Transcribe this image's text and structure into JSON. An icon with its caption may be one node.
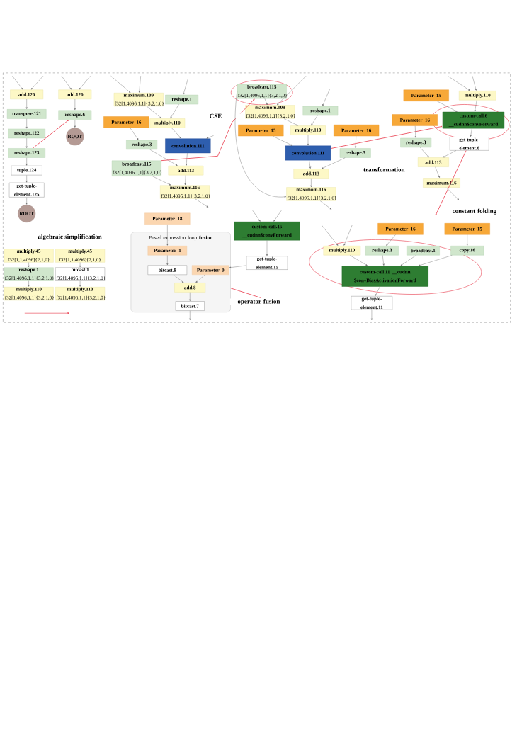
{
  "diagram": {
    "nodes": [
      {
        "text": [
          "add.120"
        ]
      },
      {
        "text": [
          "transpose.121"
        ]
      },
      {
        "text": [
          "reshape.122"
        ]
      },
      {
        "text": [
          "reshape.123"
        ]
      },
      {
        "text": [
          "tuple.124"
        ]
      },
      {
        "text": [
          "get-tuple-element.125"
        ]
      },
      {
        "text": [
          "ROOT"
        ]
      },
      {
        "text": [
          "add.120"
        ]
      },
      {
        "text": [
          "reshape.6"
        ]
      },
      {
        "text": [
          "ROOT"
        ]
      },
      {
        "text": [
          "multiply.45",
          "f32[1,1,4096]{2,1,0}"
        ]
      },
      {
        "text": [
          "reshape.1",
          "f32[1,4096,1,1]{3,2,1,0}"
        ]
      },
      {
        "text": [
          "multiply.110",
          "f32[1,4096,1,1]{3,2,1,0}"
        ]
      },
      {
        "text": [
          "multiply.45",
          "f32[1,1,4096]{2,1,0}"
        ]
      },
      {
        "text": [
          "bitcast.1",
          "f32[1,4096,1,1]{3,2,1,0}"
        ]
      },
      {
        "text": [
          "multiply.110",
          "f32[1,4096,1,1]{3,2,1,0}"
        ]
      },
      {
        "text": [
          "maximum.109",
          "f32[1,4096,1,1]{3,2,1,0}"
        ]
      },
      {
        "text": [
          "reshape.1"
        ]
      },
      {
        "text": [
          "Parameter 16"
        ]
      },
      {
        "text": [
          "multiply.110"
        ]
      },
      {
        "text": [
          "convolution.111"
        ]
      },
      {
        "text": [
          "reshape.3"
        ]
      },
      {
        "text": [
          "broadcast.115",
          "f32[1,4096,1,1]{3,2,1,0}"
        ]
      },
      {
        "text": [
          "add.113"
        ]
      },
      {
        "text": [
          "maximum.116",
          "f32[1,4096,1,1]{3,2,1,0}"
        ]
      },
      {
        "text": [
          "broadcast.115",
          "f32[1,4096,1,1]{3,2,1,0}"
        ]
      },
      {
        "text": [
          "maximum.109",
          "f32[1,4096,1,1]{3,2,1,0}"
        ]
      },
      {
        "text": [
          "reshape.1"
        ]
      },
      {
        "text": [
          "Parameter 15"
        ]
      },
      {
        "text": [
          "multiply.110"
        ]
      },
      {
        "text": [
          "Parameter 16"
        ]
      },
      {
        "text": [
          "convolution.111"
        ]
      },
      {
        "text": [
          "reshape.3"
        ]
      },
      {
        "text": [
          "add.113"
        ]
      },
      {
        "text": [
          "maximum.116",
          "f32[1,4096,1,1]{3,2,1,0}"
        ]
      },
      {
        "text": [
          "Parameter 15"
        ]
      },
      {
        "text": [
          "multiply.110"
        ]
      },
      {
        "text": [
          "Parameter 16"
        ]
      },
      {
        "text": [
          "custom-call.6 __cudnn$convForward"
        ]
      },
      {
        "text": [
          "reshape.3"
        ]
      },
      {
        "text": [
          "get-tuple-element.6"
        ]
      },
      {
        "text": [
          "add.113"
        ]
      },
      {
        "text": [
          "maximum.116"
        ]
      },
      {
        "text": [
          "Parameter 18"
        ]
      },
      {
        "text": [
          "Fused expression loop **fusion**"
        ]
      },
      {
        "text": [
          "Parameter 1"
        ],
        "in": 44
      },
      {
        "text": [
          "bitcast.8"
        ],
        "in": 44
      },
      {
        "text": [
          "Parameter 0"
        ],
        "in": 44
      },
      {
        "text": [
          "add.8"
        ],
        "in": 44
      },
      {
        "text": [
          "bitcast.7"
        ],
        "in": 44
      },
      {
        "text": [
          "custom-call.15 __cudnn$convForward"
        ]
      },
      {
        "text": [
          "get-tuple-element.15"
        ]
      },
      {
        "text": [
          "Parameter 16"
        ]
      },
      {
        "text": [
          "Parameter 15"
        ]
      },
      {
        "text": [
          "multiply.110"
        ]
      },
      {
        "text": [
          "reshape.3"
        ]
      },
      {
        "text": [
          "broadcast.1"
        ]
      },
      {
        "text": [
          "copy.16"
        ]
      },
      {
        "text": [
          "custom-call.11 __cudnn $convBiasActivationForward"
        ]
      },
      {
        "text": [
          "get-tuple-element.11"
        ]
      }
    ],
    "edges": [
      {
        "from": null,
        "to": 0,
        "arrow": "to"
      },
      {
        "from": null,
        "to": 0,
        "arrow": "to"
      },
      {
        "from": 0,
        "to": 1,
        "arrow": "to"
      },
      {
        "from": 1,
        "to": 2,
        "arrow": "to"
      },
      {
        "from": 2,
        "to": 3,
        "arrow": "to"
      },
      {
        "from": 3,
        "to": 4,
        "arrow": "to"
      },
      {
        "from": 4,
        "to": 5,
        "arrow": "to"
      },
      {
        "from": 5,
        "to": 6,
        "arrow": "to"
      },
      {
        "from": null,
        "to": 7,
        "arrow": "to"
      },
      {
        "from": null,
        "to": 7,
        "arrow": "to"
      },
      {
        "from": 7,
        "to": 8,
        "arrow": "to"
      },
      {
        "from": 8,
        "to": 9,
        "arrow": "to"
      },
      {
        "from": 3,
        "to": 8,
        "arrow": "to",
        "color": "#e8394a"
      },
      {
        "from": 10,
        "to": 11,
        "arrow": "to"
      },
      {
        "from": 11,
        "to": 12,
        "arrow": "to"
      },
      {
        "from": 13,
        "to": 14,
        "arrow": "to"
      },
      {
        "from": 14,
        "to": 15,
        "arrow": "to"
      },
      {
        "from": null,
        "to": 16,
        "arrow": "to"
      },
      {
        "from": null,
        "to": 16,
        "arrow": "to"
      },
      {
        "from": null,
        "to": 17,
        "arrow": "to"
      },
      {
        "from": 16,
        "to": 19,
        "arrow": "to"
      },
      {
        "from": 17,
        "to": 19,
        "arrow": "to"
      },
      {
        "from": 19,
        "to": 20,
        "arrow": "to"
      },
      {
        "from": null,
        "to": 20,
        "arrow": "to"
      },
      {
        "from": 18,
        "to": 21,
        "arrow": "to"
      },
      {
        "from": 21,
        "to": 23,
        "arrow": "to"
      },
      {
        "from": 20,
        "to": 23,
        "arrow": "to"
      },
      {
        "from": 22,
        "to": 24,
        "arrow": "to"
      },
      {
        "from": 23,
        "to": 24,
        "arrow": "to"
      },
      {
        "from": 24,
        "to": null,
        "arrow": "to"
      },
      {
        "from": 22,
        "to": 25,
        "arrow": "to",
        "color": "#e8394a",
        "label": "CSE"
      },
      {
        "from": 25,
        "to": 26,
        "arrow": "to"
      },
      {
        "from": 25,
        "to": 34,
        "arrow": "to"
      },
      {
        "from": null,
        "to": 26,
        "arrow": "to"
      },
      {
        "from": null,
        "to": 27,
        "arrow": "to"
      },
      {
        "from": 26,
        "to": 29,
        "arrow": "to"
      },
      {
        "from": 27,
        "to": 29,
        "arrow": "to"
      },
      {
        "from": 28,
        "to": 31,
        "arrow": "to"
      },
      {
        "from": 29,
        "to": 31,
        "arrow": "to"
      },
      {
        "from": 30,
        "to": 32,
        "arrow": "to"
      },
      {
        "from": 31,
        "to": 33,
        "arrow": "to"
      },
      {
        "from": 32,
        "to": 33,
        "arrow": "to"
      },
      {
        "from": 33,
        "to": 34,
        "arrow": "to"
      },
      {
        "from": 34,
        "to": null,
        "arrow": "to"
      },
      {
        "from": 31,
        "to": 38,
        "arrow": "to",
        "color": "#e8394a",
        "label": "transformation"
      },
      {
        "from": null,
        "to": 36,
        "arrow": "to"
      },
      {
        "from": null,
        "to": 36,
        "arrow": "to"
      },
      {
        "from": 35,
        "to": 38,
        "arrow": "to"
      },
      {
        "from": 36,
        "to": 38,
        "arrow": "to"
      },
      {
        "from": 37,
        "to": 39,
        "arrow": "to"
      },
      {
        "from": 38,
        "to": 40,
        "arrow": "to"
      },
      {
        "from": 39,
        "to": 41,
        "arrow": "to"
      },
      {
        "from": 40,
        "to": 41,
        "arrow": "to"
      },
      {
        "from": 41,
        "to": 42,
        "arrow": "to"
      },
      {
        "from": 42,
        "to": null,
        "arrow": "to"
      },
      {
        "from": 40,
        "to": null,
        "arrow": "to",
        "color": "#e8394a",
        "label": "constant folding"
      },
      {
        "from": 43,
        "to": 45,
        "arrow": "to"
      },
      {
        "from": 45,
        "to": 46,
        "arrow": "to"
      },
      {
        "from": 46,
        "to": 48,
        "arrow": "to"
      },
      {
        "from": 47,
        "to": 48,
        "arrow": "to"
      },
      {
        "from": 48,
        "to": 49,
        "arrow": "to"
      },
      {
        "from": 49,
        "to": null,
        "arrow": "to"
      },
      {
        "from": null,
        "to": 50,
        "arrow": "to"
      },
      {
        "from": null,
        "to": 50,
        "arrow": "to"
      },
      {
        "from": 50,
        "to": 51,
        "arrow": "to"
      },
      {
        "from": 51,
        "to": 47,
        "arrow": "to"
      },
      {
        "from": null,
        "to": 44,
        "arrow": "to",
        "color": "#e8394a",
        "label": "operator fusion"
      },
      {
        "from": null,
        "to": 54,
        "arrow": "to"
      },
      {
        "from": null,
        "to": 54,
        "arrow": "to"
      },
      {
        "from": 52,
        "to": 55,
        "arrow": "to"
      },
      {
        "from": 53,
        "to": 57,
        "arrow": "to"
      },
      {
        "from": 54,
        "to": 58,
        "arrow": "to"
      },
      {
        "from": 55,
        "to": 58,
        "arrow": "to"
      },
      {
        "from": 56,
        "to": 58,
        "arrow": "to"
      },
      {
        "from": 57,
        "to": 58,
        "arrow": "to"
      },
      {
        "from": 58,
        "to": 59,
        "arrow": "to"
      },
      {
        "from": 59,
        "to": null,
        "arrow": "to"
      }
    ],
    "labels": [
      "algebraic simplification"
    ]
  }
}
